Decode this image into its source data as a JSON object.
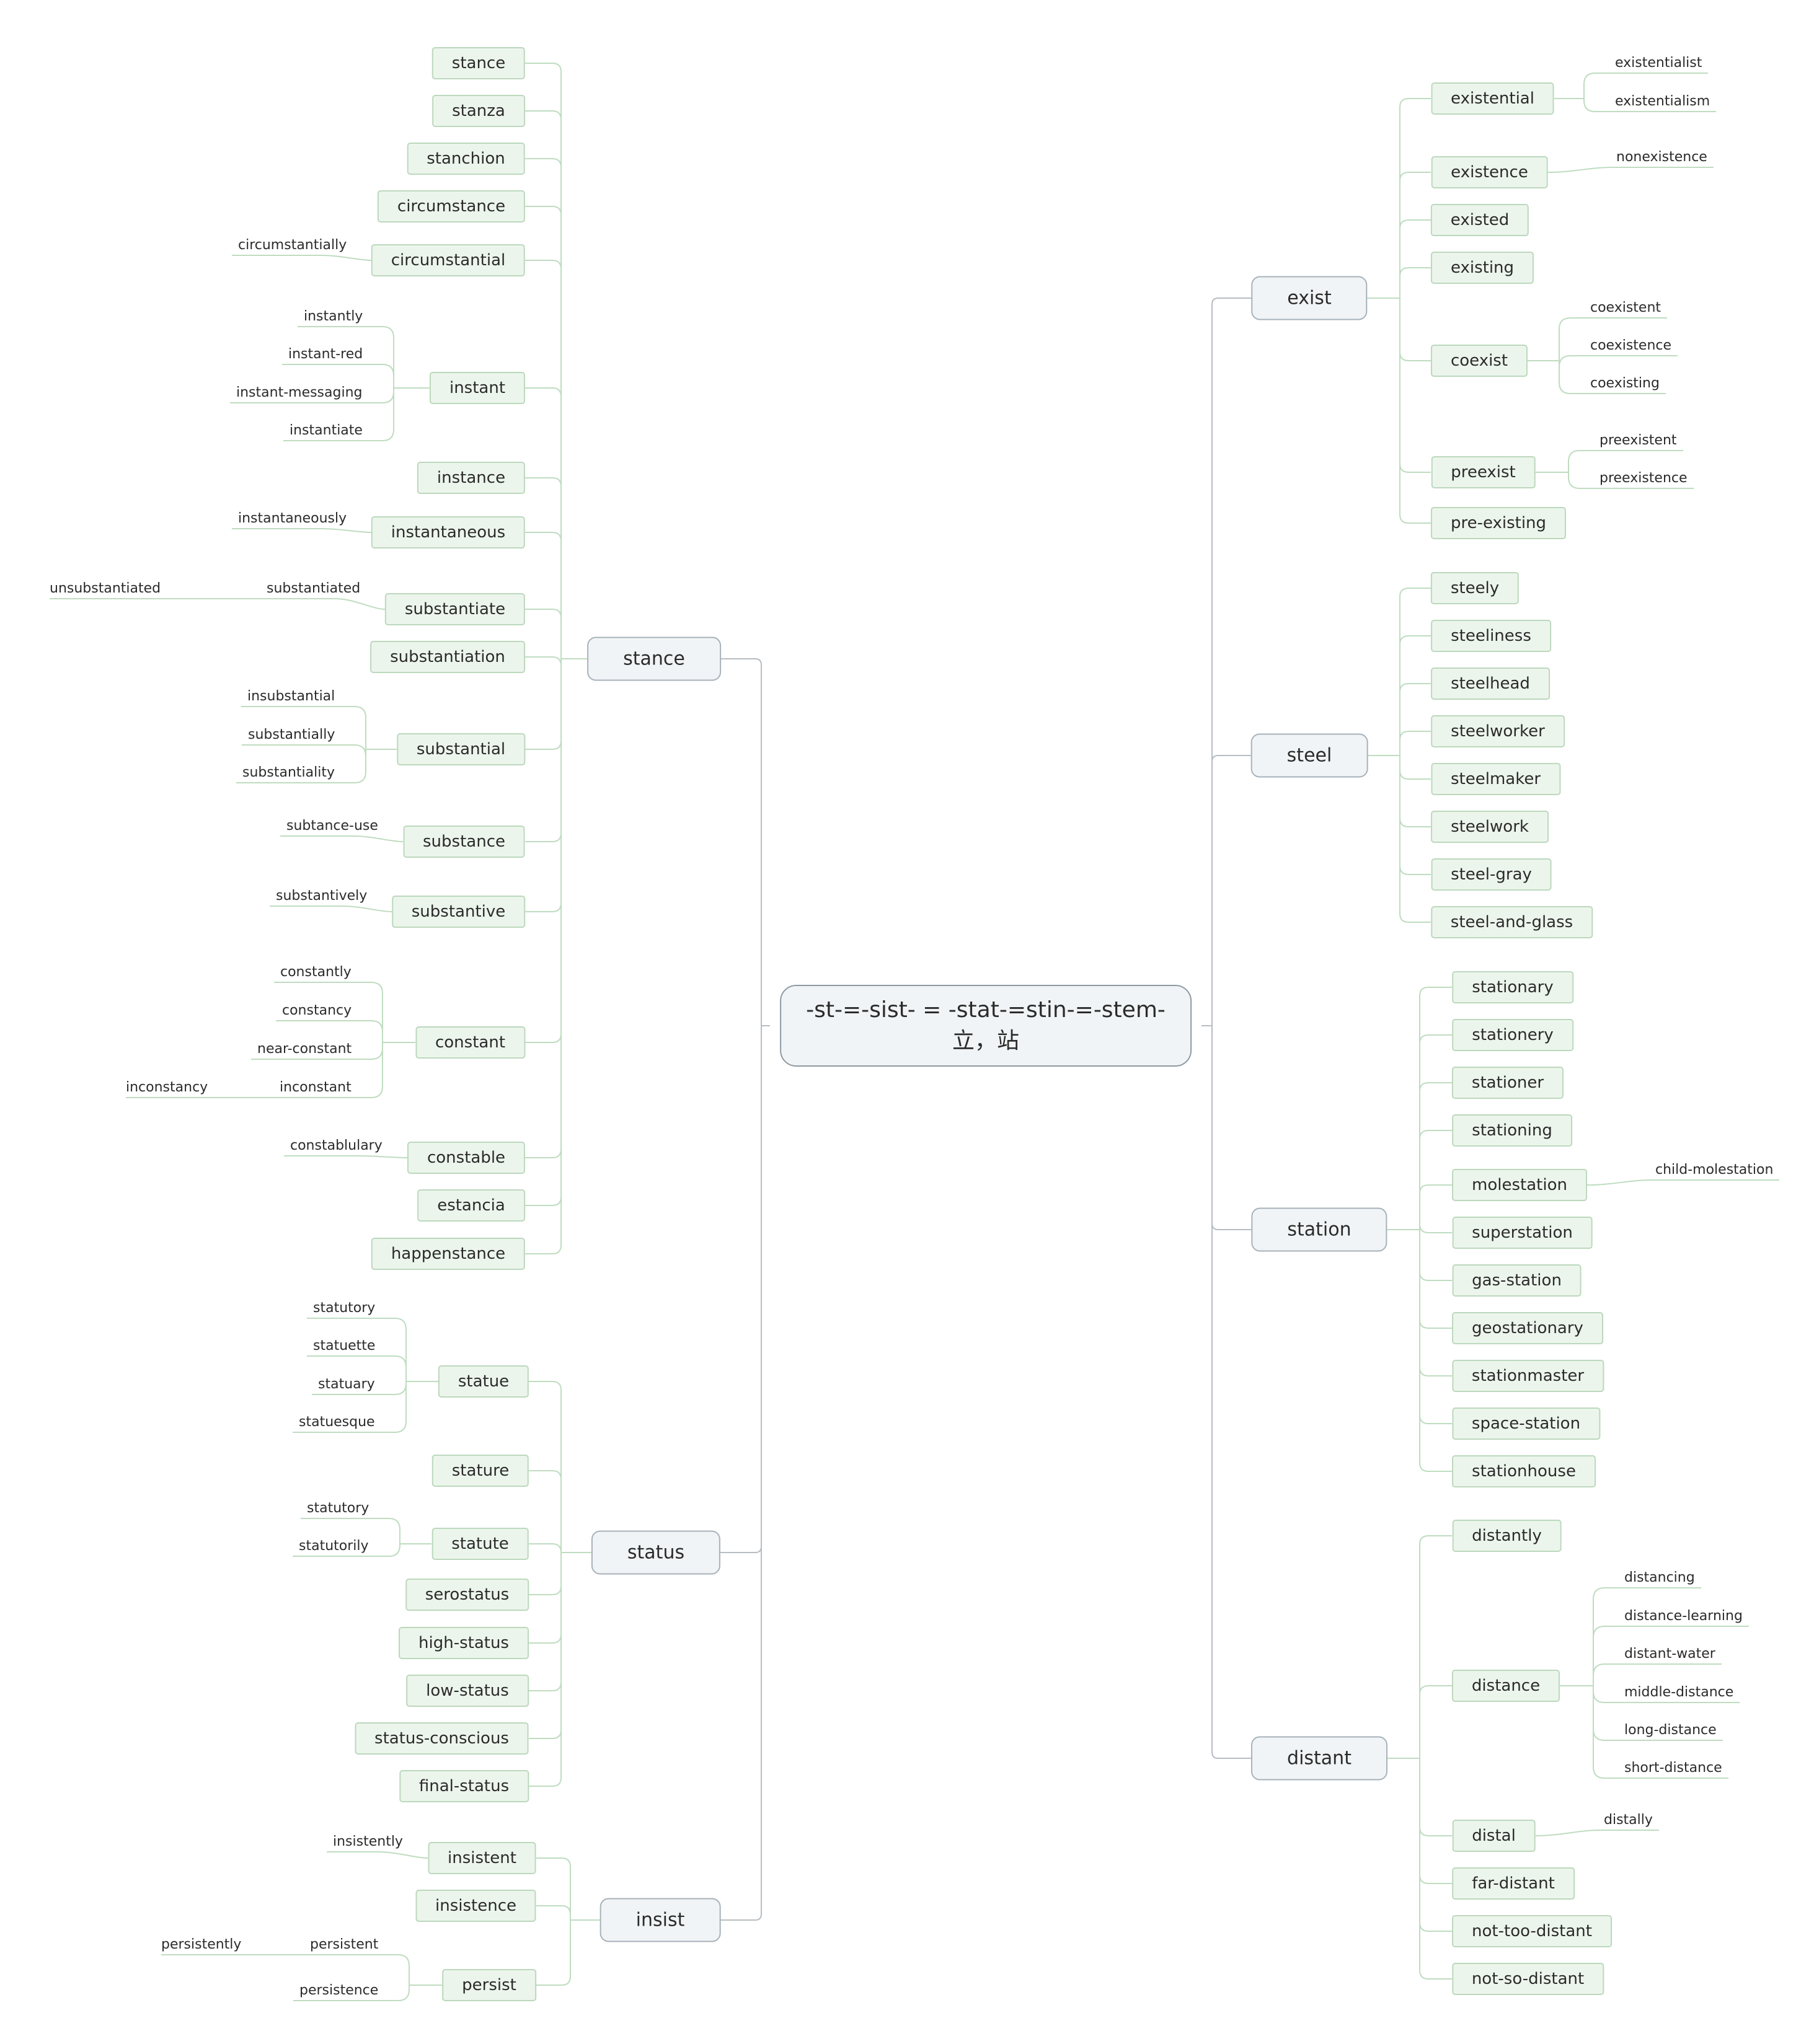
{
  "root": {
    "line1": "-st-=-sist- = -stat-=stin-=-stem-",
    "line2": "立，站"
  },
  "branches": [
    {
      "label": "stance",
      "side": "left",
      "children": [
        {
          "label": "stance",
          "leaves": []
        },
        {
          "label": "stanza",
          "leaves": []
        },
        {
          "label": "stanchion",
          "leaves": []
        },
        {
          "label": "circumstance",
          "leaves": []
        },
        {
          "label": "circumstantial",
          "leaves": [
            "circumstantially"
          ]
        },
        {
          "label": "instant",
          "leaves": [
            "instantly",
            "instant-red",
            "instant-messaging",
            "instantiate"
          ]
        },
        {
          "label": "instance",
          "leaves": []
        },
        {
          "label": "instantaneous",
          "leaves": [
            "instantaneously"
          ]
        },
        {
          "label": "substantiate",
          "leaves": [
            "substantiated"
          ],
          "leaf_sub": "unsubstantiated"
        },
        {
          "label": "substantiation",
          "leaves": []
        },
        {
          "label": "substantial",
          "leaves": [
            "insubstantial",
            "substantially",
            "substantiality"
          ]
        },
        {
          "label": "substance",
          "leaves": [
            "subtance-use"
          ]
        },
        {
          "label": "substantive",
          "leaves": [
            "substantively"
          ]
        },
        {
          "label": "constant",
          "leaves": [
            "constantly",
            "constancy",
            "near-constant",
            "inconstant"
          ],
          "leaf_sub": "inconstancy"
        },
        {
          "label": "constable",
          "leaves": [
            "constablulary"
          ]
        },
        {
          "label": "estancia",
          "leaves": []
        },
        {
          "label": "happenstance",
          "leaves": []
        }
      ]
    },
    {
      "label": "status",
      "side": "left",
      "children": [
        {
          "label": "statue",
          "leaves": [
            "statutory",
            "statuette",
            "statuary",
            "statuesque"
          ]
        },
        {
          "label": "stature",
          "leaves": []
        },
        {
          "label": "statute",
          "leaves": [
            "statutory",
            "statutorily"
          ]
        },
        {
          "label": "serostatus",
          "leaves": []
        },
        {
          "label": "high-status",
          "leaves": []
        },
        {
          "label": "low-status",
          "leaves": []
        },
        {
          "label": "status-conscious",
          "leaves": []
        },
        {
          "label": "final-status",
          "leaves": []
        }
      ]
    },
    {
      "label": "insist",
      "side": "left",
      "children": [
        {
          "label": "insistent",
          "leaves": [
            "insistently"
          ]
        },
        {
          "label": "insistence",
          "leaves": []
        },
        {
          "label": "persist",
          "leaves": [
            "persistent",
            "persistence"
          ],
          "leaf_sub": "persistently"
        }
      ]
    },
    {
      "label": "exist",
      "side": "right",
      "children": [
        {
          "label": "existential",
          "leaves": [
            "existentialist",
            "existentialism"
          ]
        },
        {
          "label": "existence",
          "leaves": [
            "nonexistence"
          ]
        },
        {
          "label": "existed",
          "leaves": []
        },
        {
          "label": "existing",
          "leaves": []
        },
        {
          "label": "coexist",
          "leaves": [
            "coexistent",
            "coexistence",
            "coexisting"
          ]
        },
        {
          "label": "preexist",
          "leaves": [
            "preexistent",
            "preexistence"
          ]
        },
        {
          "label": "pre-existing",
          "leaves": []
        }
      ]
    },
    {
      "label": "steel",
      "side": "right",
      "children": [
        {
          "label": "steely",
          "leaves": []
        },
        {
          "label": "steeliness",
          "leaves": []
        },
        {
          "label": "steelhead",
          "leaves": []
        },
        {
          "label": "steelworker",
          "leaves": []
        },
        {
          "label": "steelmaker",
          "leaves": []
        },
        {
          "label": "steelwork",
          "leaves": []
        },
        {
          "label": "steel-gray",
          "leaves": []
        },
        {
          "label": "steel-and-glass",
          "leaves": []
        }
      ]
    },
    {
      "label": "station",
      "side": "right",
      "children": [
        {
          "label": "stationary",
          "leaves": []
        },
        {
          "label": "stationery",
          "leaves": []
        },
        {
          "label": "stationer",
          "leaves": []
        },
        {
          "label": "stationing",
          "leaves": []
        },
        {
          "label": "molestation",
          "leaves": [
            "child-molestation"
          ]
        },
        {
          "label": "superstation",
          "leaves": []
        },
        {
          "label": "gas-station",
          "leaves": []
        },
        {
          "label": "geostationary",
          "leaves": []
        },
        {
          "label": "stationmaster",
          "leaves": []
        },
        {
          "label": "space-station",
          "leaves": []
        },
        {
          "label": "stationhouse",
          "leaves": []
        }
      ]
    },
    {
      "label": "distant",
      "side": "right",
      "children": [
        {
          "label": "distantly",
          "leaves": []
        },
        {
          "label": "distance",
          "leaves": [
            "distancing",
            "distance-learning",
            "distant-water",
            "middle-distance",
            "long-distance",
            "short-distance"
          ]
        },
        {
          "label": "distal",
          "leaves": [
            "distally"
          ]
        },
        {
          "label": "far-distant",
          "leaves": []
        },
        {
          "label": "not-too-distant",
          "leaves": []
        },
        {
          "label": "not-so-distant",
          "leaves": []
        }
      ]
    }
  ]
}
